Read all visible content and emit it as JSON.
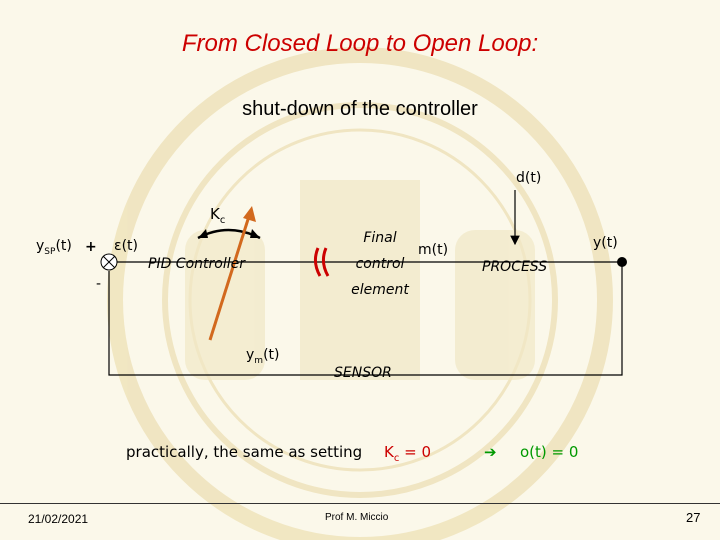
{
  "slide": {
    "title": "From Closed Loop to Open Loop:",
    "subtitle": "shut-down of the controller"
  },
  "diagram": {
    "disturbance_label": "d(t)",
    "gain_label": "K",
    "gain_subscript": "c",
    "setpoint_label": "y",
    "setpoint_subscript": "SP",
    "setpoint_suffix": "(t)",
    "plus_sign": "+",
    "minus_sign": "-",
    "error_label": "ε(t)",
    "controller_label": "PID Controller",
    "final_element_line1": "Final",
    "final_element_line2": "control",
    "final_element_line3": "element",
    "manipulated_label": "m(t)",
    "process_label": "PROCESS",
    "output_label": "y(t)",
    "measured_label": "y",
    "measured_subscript": "m",
    "measured_suffix": "(t)",
    "sensor_label": "SENSOR"
  },
  "note": {
    "text": "practically, the same as setting",
    "gain_label": "K",
    "gain_subscript": "c",
    "gain_value": " = 0",
    "result_arrow": "➔",
    "result_text": "o(t) = 0"
  },
  "footer": {
    "date": "21/02/2021",
    "author": "Prof M. Miccio",
    "page": "27"
  },
  "colors": {
    "title": "#cc0000",
    "cut_arrow": "#d2691e",
    "sensor_text": "#cc0000"
  }
}
